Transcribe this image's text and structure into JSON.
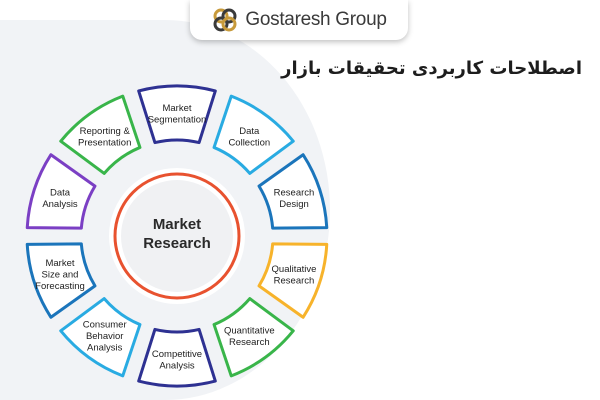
{
  "brand": {
    "name": "Gostaresh Group",
    "logo_icon": "gostaresh-logo-icon"
  },
  "heading": "اصطلاحات کاربردی تحقیقات بازار",
  "diagram": {
    "center": [
      "Market",
      "Research"
    ],
    "center_ring_color": "#e8522f",
    "segments": [
      {
        "lines": [
          "Market",
          "Segmentation"
        ],
        "color": "#2e3192"
      },
      {
        "lines": [
          "Data",
          "Collection"
        ],
        "color": "#29abe2"
      },
      {
        "lines": [
          "Research",
          "Design"
        ],
        "color": "#1b75bb"
      },
      {
        "lines": [
          "Qualitative",
          "Research"
        ],
        "color": "#f7b32b"
      },
      {
        "lines": [
          "Quantitative",
          "Research"
        ],
        "color": "#39b54a"
      },
      {
        "lines": [
          "Competitive",
          "Analysis"
        ],
        "color": "#2e3192"
      },
      {
        "lines": [
          "Consumer",
          "Behavior",
          "Analysis"
        ],
        "color": "#29abe2"
      },
      {
        "lines": [
          "Market",
          "Size and",
          "Forecasting"
        ],
        "color": "#1b75bb"
      },
      {
        "lines": [
          "Data",
          "Analysis"
        ],
        "color": "#7b3fc4"
      },
      {
        "lines": [
          "Reporting &",
          "Presentation"
        ],
        "color": "#39b54a"
      }
    ]
  }
}
